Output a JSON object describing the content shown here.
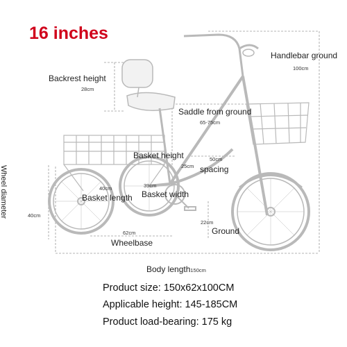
{
  "title": "16 inches",
  "dimensions": {
    "handlebar_ground": {
      "label": "Handlebar ground",
      "value": "100cm"
    },
    "backrest_height": {
      "label": "Backrest height",
      "value": "28cm"
    },
    "saddle_from_ground": {
      "label": "Saddle from ground",
      "value": "65-75cm"
    },
    "basket_height": {
      "label": "Basket height",
      "value": "25cm"
    },
    "spacing": {
      "label": "spacing",
      "value": "50cm"
    },
    "basket_length": {
      "label": "Basket length",
      "value": "40cm"
    },
    "basket_width": {
      "label": "Basket width",
      "value": "39cm"
    },
    "wheel_diameter": {
      "label": "Wheel diameter",
      "value": "40cm"
    },
    "ground": {
      "label": "Ground",
      "value": "22cm"
    },
    "wheelbase": {
      "label": "Wheelbase",
      "value": "62cm"
    },
    "body_length": {
      "label": "Body length",
      "value": "150cm"
    }
  },
  "specs": [
    "Product size: 150x62x100CM",
    "Applicable height: 145-185CM",
    "Product load-bearing: 175 kg"
  ],
  "colors": {
    "title": "#d0021b",
    "line": "#9a9a9a",
    "bike": "#b9b9b9"
  }
}
